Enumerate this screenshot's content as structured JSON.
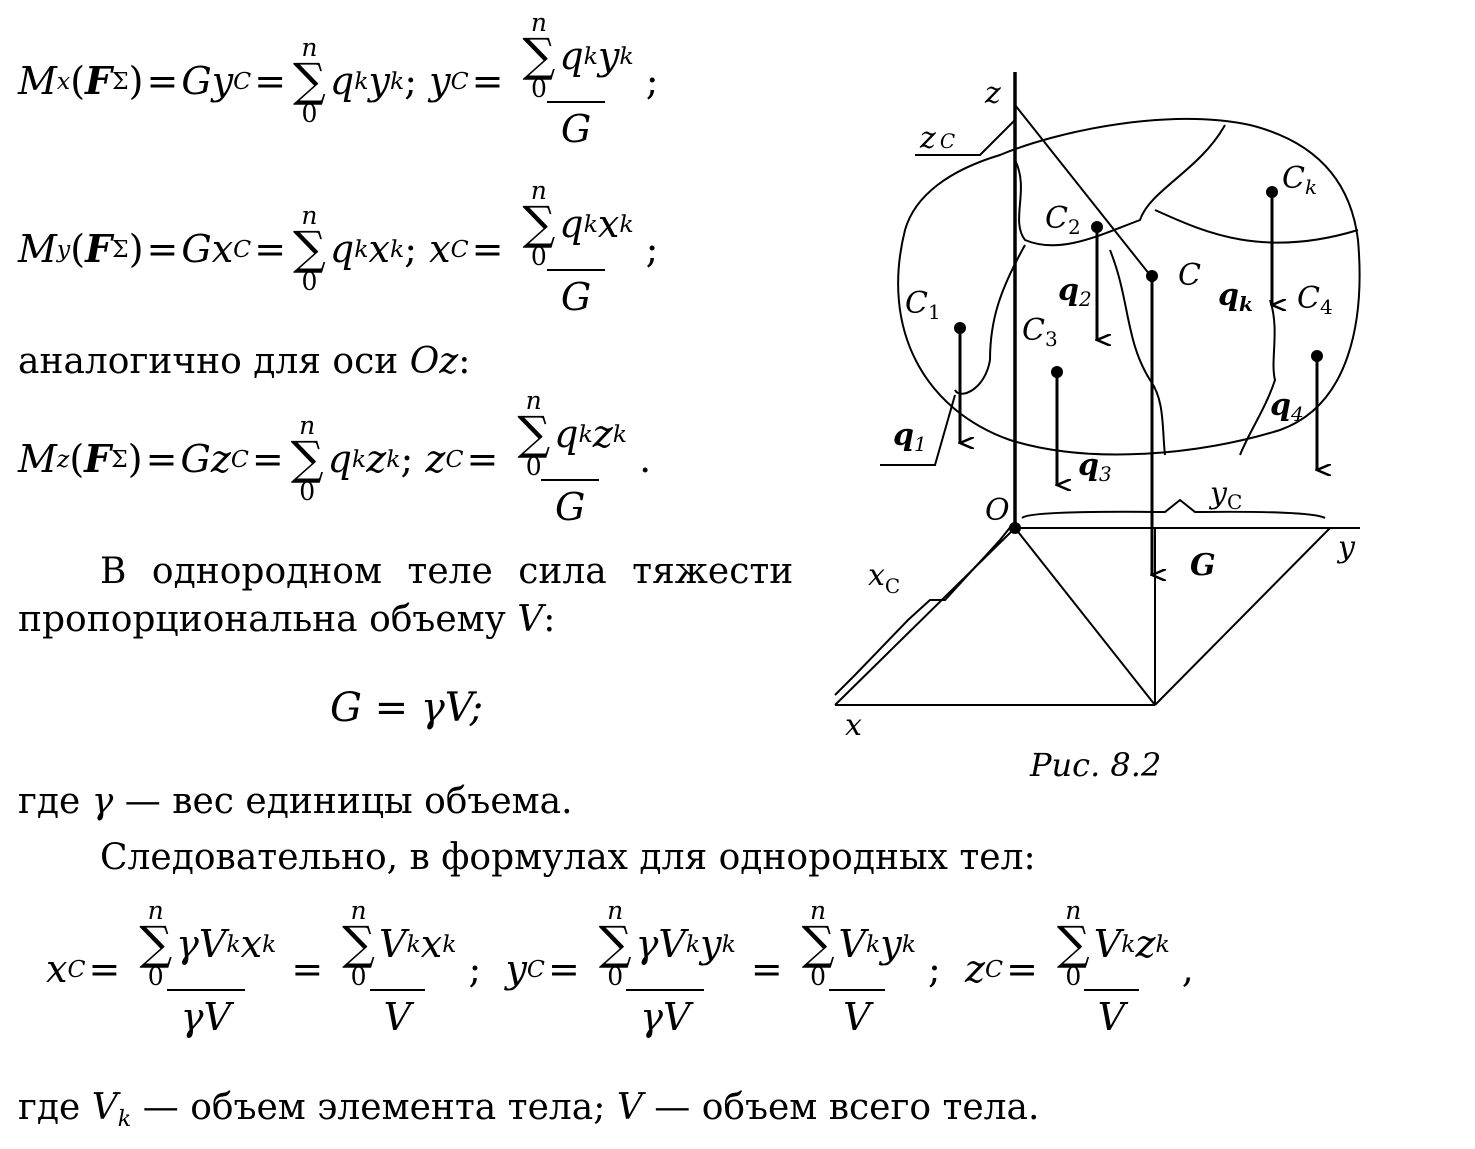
{
  "formulas": {
    "mx": {
      "lhs": "M",
      "lhs_sub": "x",
      "arg": "F",
      "arg_sub": "Σ",
      "centroid": "y",
      "term_q": "q",
      "term_sub": "k",
      "var": "y",
      "var_sub": "k",
      "centroid_sub": "C"
    },
    "my": {
      "lhs": "M",
      "lhs_sub": "y",
      "arg": "F",
      "arg_sub": "Σ",
      "centroid": "x",
      "term_q": "q",
      "term_sub": "k",
      "var": "x",
      "var_sub": "k",
      "centroid_sub": "C"
    },
    "mz": {
      "lhs": "M",
      "lhs_sub": "z",
      "arg": "F",
      "arg_sub": "Σ",
      "centroid": "z",
      "term_q": "q",
      "term_sub": "k",
      "var": "z",
      "var_sub": "k",
      "centroid_sub": "C"
    },
    "sum_upper": "n",
    "sum_lower": "0",
    "sigma": "∑",
    "G": "G",
    "gamma_V": "γV",
    "V": "V",
    "semicolon": ";",
    "period": ".",
    "comma": ","
  },
  "text": {
    "analog": "аналогично для оси",
    "analog_axis": "Oz",
    "analog_colon": ":",
    "homog_1": "В однородном теле сила тяжести",
    "homog_2": "пропорциональна объему",
    "homog_2_var": "V",
    "homog_2_colon": ":",
    "g_eq": "G = γV;",
    "where_1_pre": "где",
    "where_1_var": "γ",
    "where_1_post": "— вес единицы объема.",
    "consequently": "Следовательно, в формулах для однородных тел:",
    "where_2_pre": "где",
    "where_2_var": "V",
    "where_2_sub": "k",
    "where_2_mid": "— объем элемента тела;",
    "where_2_var2": "V",
    "where_2_post": "— объем всего тела."
  },
  "homogeneous": {
    "gamma": "γ",
    "Vk": "V",
    "k": "k",
    "x": "x",
    "y": "y",
    "z": "z",
    "C": "C"
  },
  "figure": {
    "caption": "Рис. 8.2",
    "labels": {
      "z": "z",
      "zC": "z",
      "C_sub": "C",
      "Ck": "C",
      "k": "k",
      "C2": "C",
      "two": "2",
      "C": "C",
      "C1": "C",
      "one": "1",
      "C3": "C",
      "three": "3",
      "C4": "C",
      "four": "4",
      "q": "q",
      "O": "O",
      "yC": "y",
      "y": "y",
      "xC": "x",
      "x": "x",
      "G": "G"
    }
  }
}
